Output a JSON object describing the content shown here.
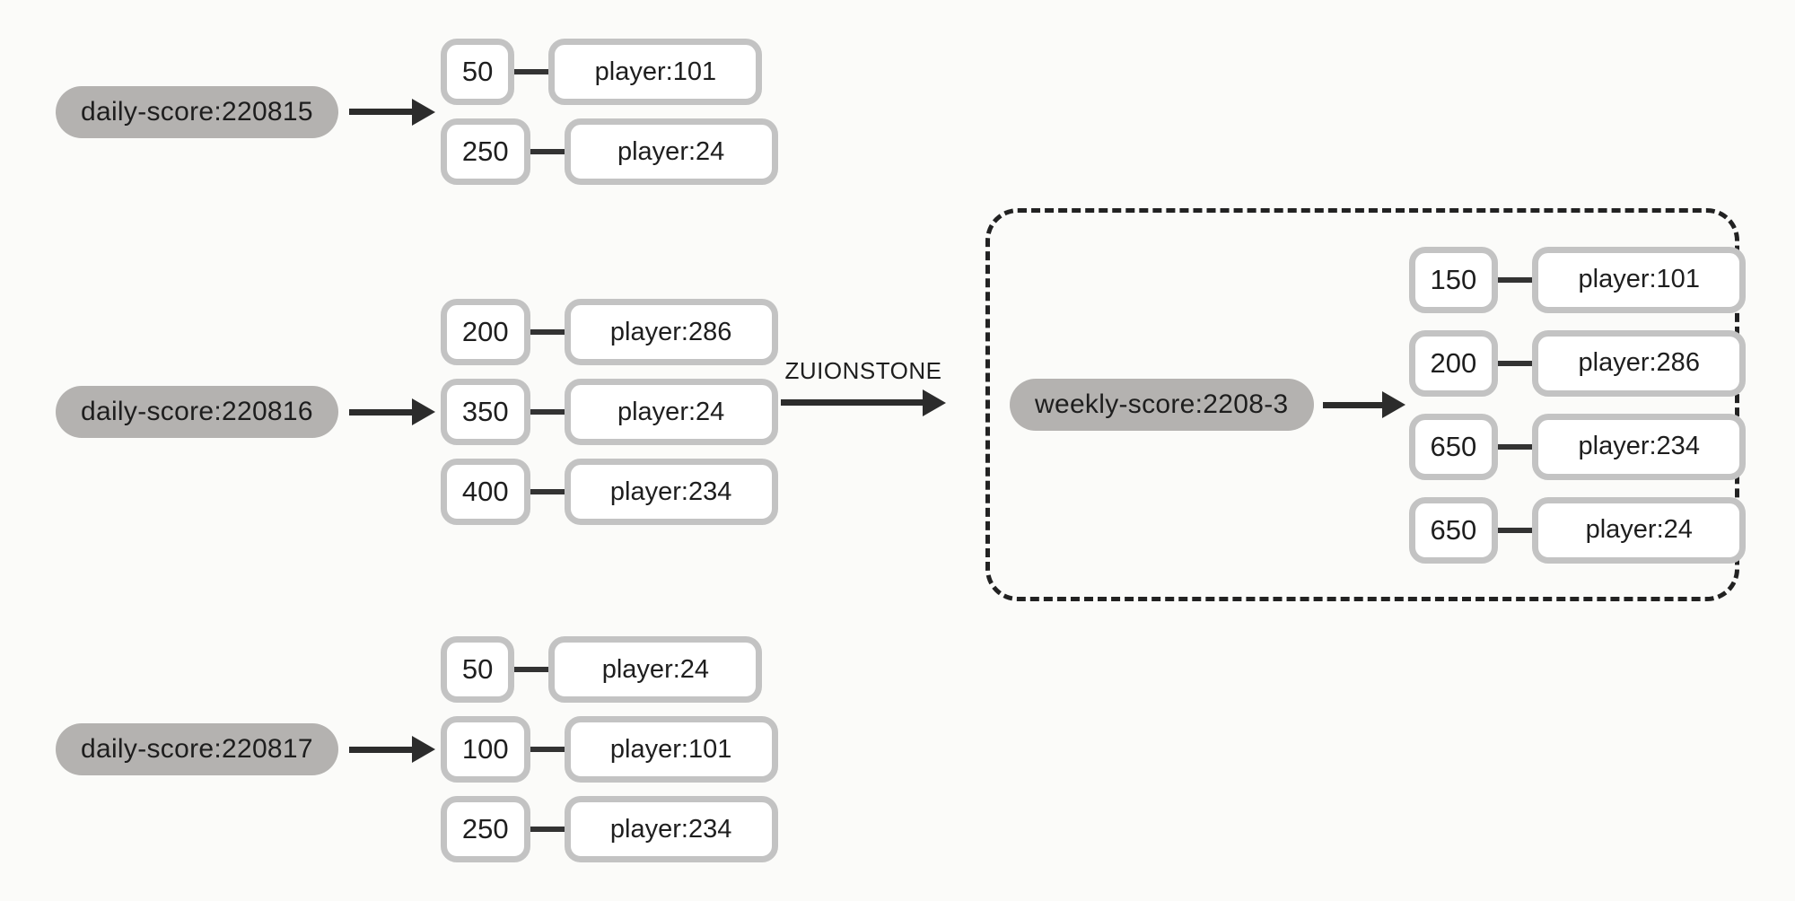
{
  "diagram": {
    "operation_label": "ZUIONSTONE",
    "daily_sets": [
      {
        "key": "daily-score:220815",
        "pairs": [
          {
            "score": "50",
            "member": "player:101"
          },
          {
            "score": "250",
            "member": "player:24"
          }
        ]
      },
      {
        "key": "daily-score:220816",
        "pairs": [
          {
            "score": "200",
            "member": "player:286"
          },
          {
            "score": "350",
            "member": "player:24"
          },
          {
            "score": "400",
            "member": "player:234"
          }
        ]
      },
      {
        "key": "daily-score:220817",
        "pairs": [
          {
            "score": "50",
            "member": "player:24"
          },
          {
            "score": "100",
            "member": "player:101"
          },
          {
            "score": "250",
            "member": "player:234"
          }
        ]
      }
    ],
    "result_set": {
      "key": "weekly-score:2208-3",
      "pairs": [
        {
          "score": "150",
          "member": "player:101"
        },
        {
          "score": "200",
          "member": "player:286"
        },
        {
          "score": "650",
          "member": "player:234"
        },
        {
          "score": "650",
          "member": "player:24"
        }
      ]
    },
    "colors": {
      "background": "#fbfbf9",
      "pill_bg": "#b4b2b0",
      "box_border": "#c3c3c3",
      "connector": "#333333",
      "arrow": "#2c2c2c",
      "text": "#1e1e1e",
      "dashed_border": "#222222"
    }
  }
}
